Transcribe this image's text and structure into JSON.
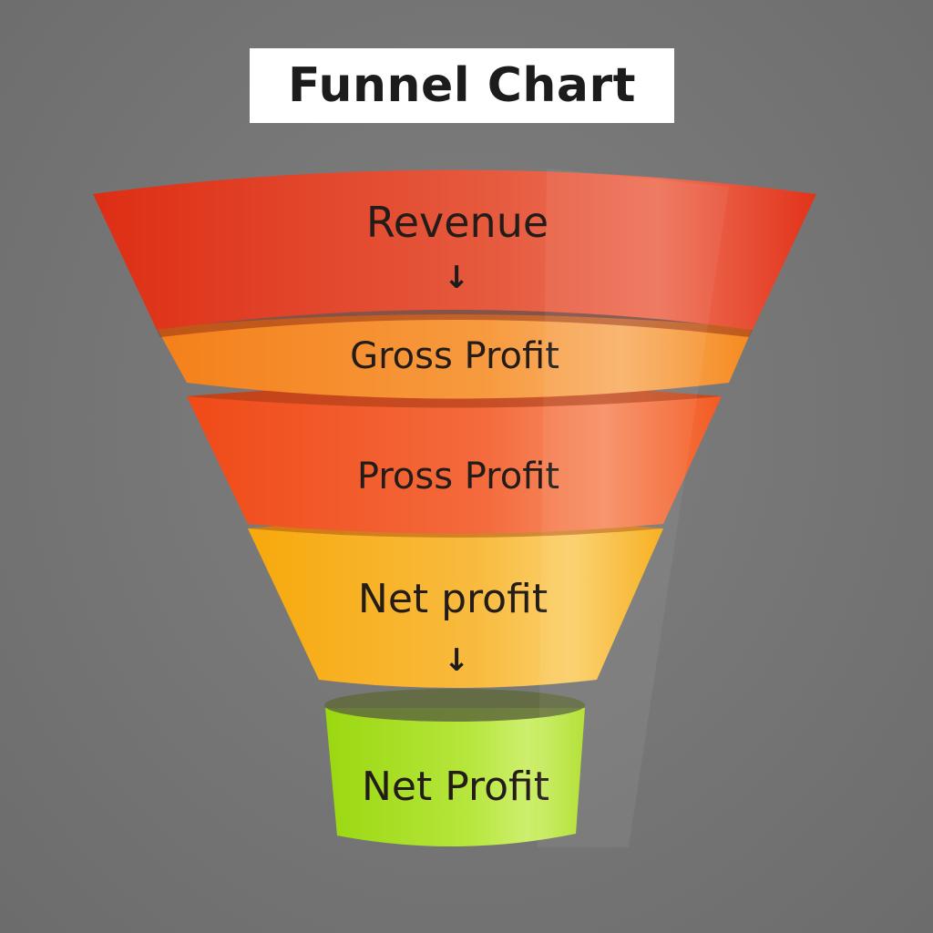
{
  "title": "Funnel Chart",
  "stages": [
    {
      "label": "Revenue",
      "arrow": "↓",
      "color": "#e2331a",
      "highlight": "#f0705a"
    },
    {
      "label": "Gross Profit",
      "color": "#f58a1f",
      "highlight": "#f9b26a"
    },
    {
      "label": "Pross Profit",
      "color": "#f35a22",
      "highlight": "#f79066"
    },
    {
      "label": "Net profit",
      "arrow": "↓",
      "color": "#f7ad16",
      "highlight": "#fbcf6a"
    },
    {
      "label": "Net Profit",
      "color": "#a6e01c",
      "highlight": "#cdef6e"
    }
  ],
  "colors": {
    "background": "#787878",
    "title_box": "#ffffff",
    "text": "#241c18"
  }
}
